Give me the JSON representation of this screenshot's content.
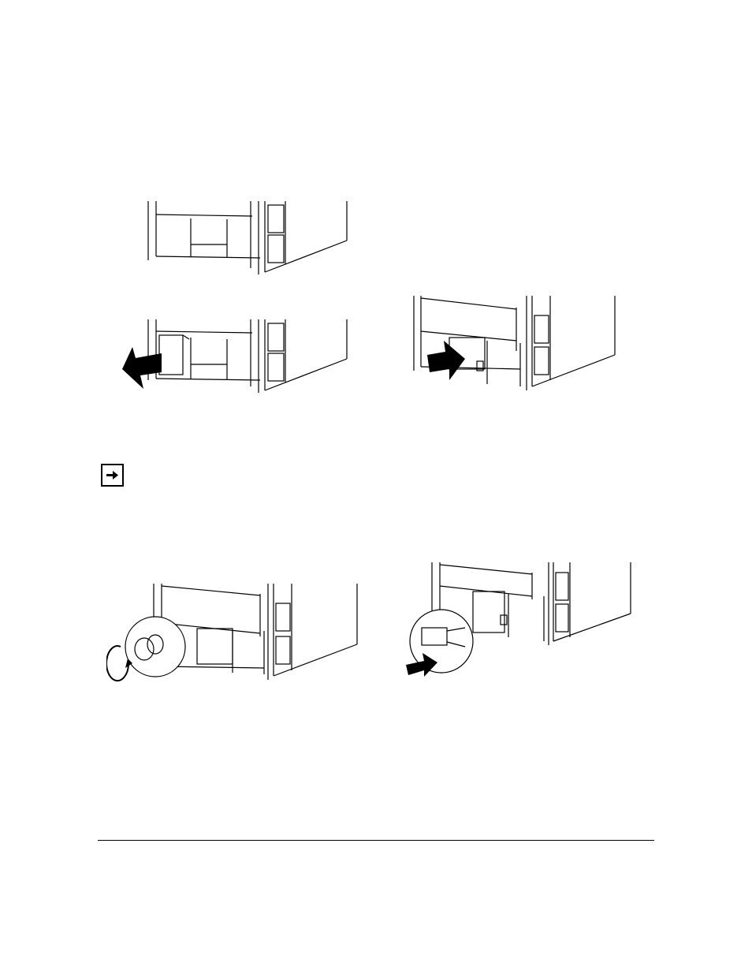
{
  "page": {
    "figures": [
      {
        "name": "figure-1",
        "alt": "remove-blank-panel"
      },
      {
        "name": "figure-2",
        "alt": "insert-power-supply"
      },
      {
        "name": "figure-3",
        "alt": "tighten-captive-screw"
      },
      {
        "name": "figure-4",
        "alt": "connect-power-cord"
      }
    ],
    "note_icon": "arrow-right-icon"
  },
  "colors": {
    "line": "#000000",
    "fill": "#ffffff",
    "arrow": "#000000"
  }
}
